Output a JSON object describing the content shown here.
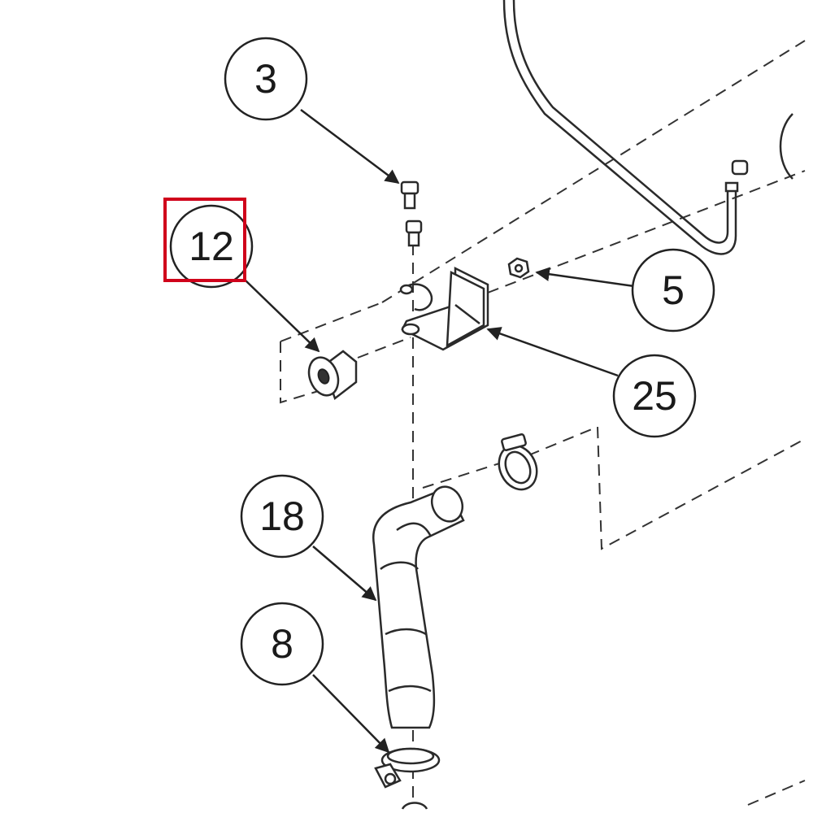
{
  "callouts": {
    "c3": {
      "label": "3"
    },
    "c12": {
      "label": "12"
    },
    "c5": {
      "label": "5"
    },
    "c25": {
      "label": "25"
    },
    "c18": {
      "label": "18"
    },
    "c8": {
      "label": "8"
    }
  },
  "highlight": {
    "target": "12",
    "color": "#d0021b"
  }
}
